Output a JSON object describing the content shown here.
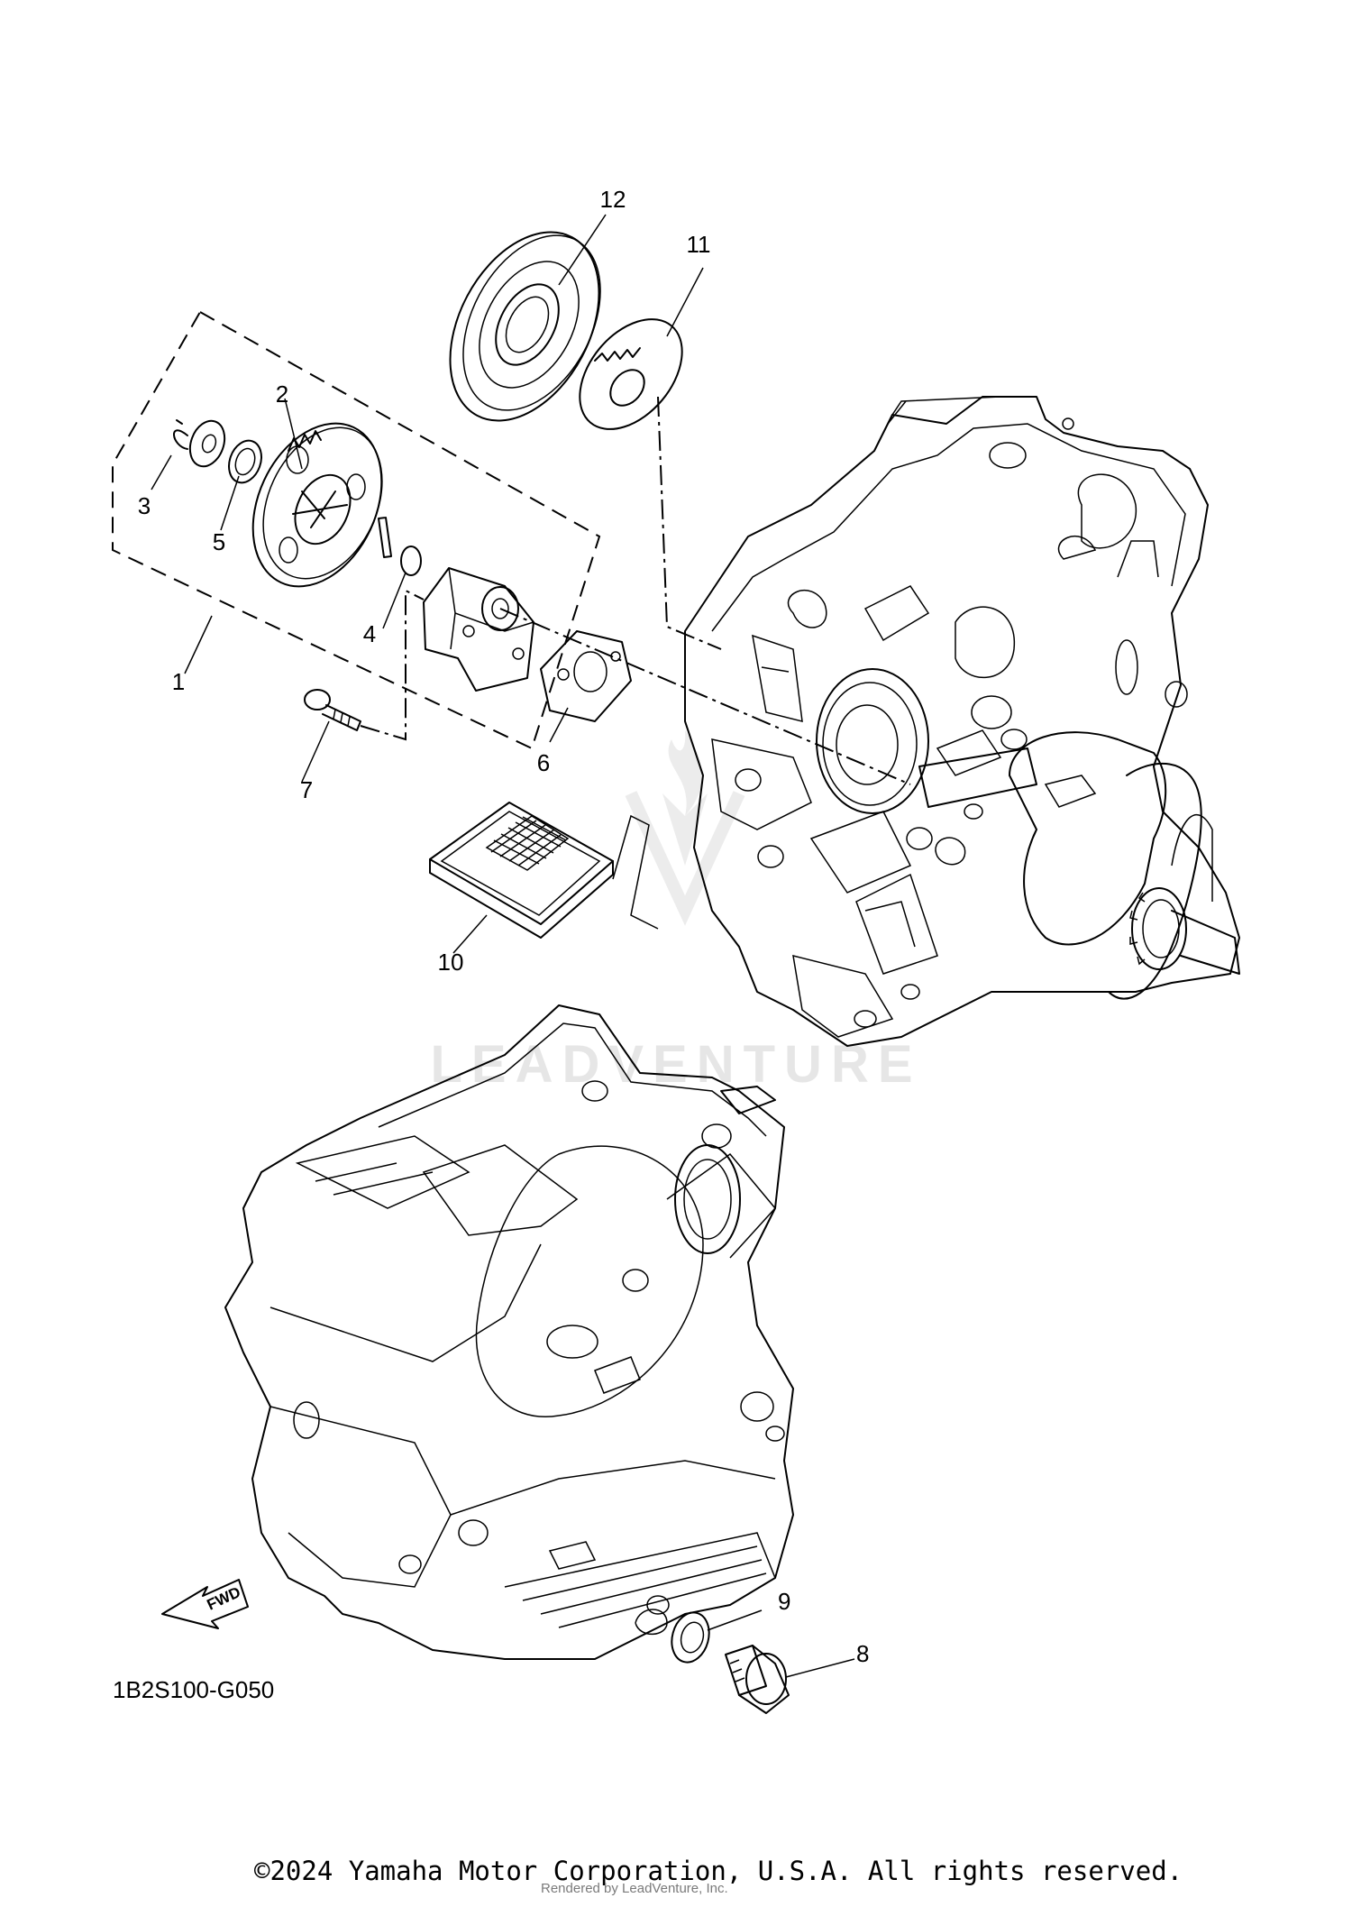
{
  "parts": {
    "p1": "1",
    "p2": "2",
    "p3": "3",
    "p4": "4",
    "p5": "5",
    "p6": "6",
    "p7": "7",
    "p8": "8",
    "p9": "9",
    "p10": "10",
    "p11": "11",
    "p12": "12"
  },
  "diagram_code": "1B2S100-G050",
  "fwd_label": "FWD",
  "watermark": "LEADVENTURE",
  "footer": {
    "copyright": "©2024 Yamaha Motor Corporation, U.S.A. All rights reserved.",
    "rendered_by": "Rendered by LeadVenture, Inc."
  }
}
